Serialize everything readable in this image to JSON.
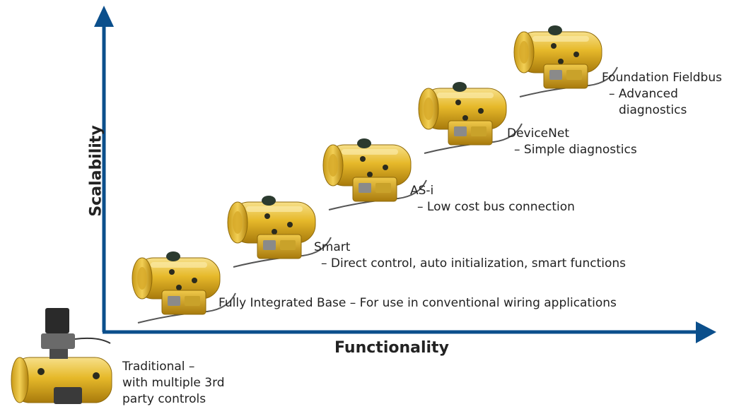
{
  "axes": {
    "x_title": "Functionality",
    "y_title": "Scalability",
    "color": "#0b4f8c"
  },
  "stages": [
    {
      "name": "traditional",
      "lines": [
        "Traditional –",
        "with multiple 3rd",
        "party controls"
      ]
    },
    {
      "name": "fully-integrated-base",
      "lines": [
        "Fully Integrated Base – For use in conventional wiring applications"
      ]
    },
    {
      "name": "smart",
      "lines": [
        "Smart",
        "– Direct control, auto initialization, smart functions"
      ]
    },
    {
      "name": "as-i",
      "lines": [
        "AS-i",
        "– Low cost bus connection"
      ]
    },
    {
      "name": "devicenet",
      "lines": [
        "DeviceNet",
        "– Simple diagnostics"
      ]
    },
    {
      "name": "foundation-fieldbus",
      "lines": [
        "Foundation Fieldbus",
        "– Advanced",
        "diagnostics"
      ]
    }
  ],
  "colors": {
    "actuator_body": "#e6b92a",
    "actuator_shadow": "#b88a12",
    "actuator_highlight": "#f7e08a",
    "indicator": "#2b3a2f"
  }
}
